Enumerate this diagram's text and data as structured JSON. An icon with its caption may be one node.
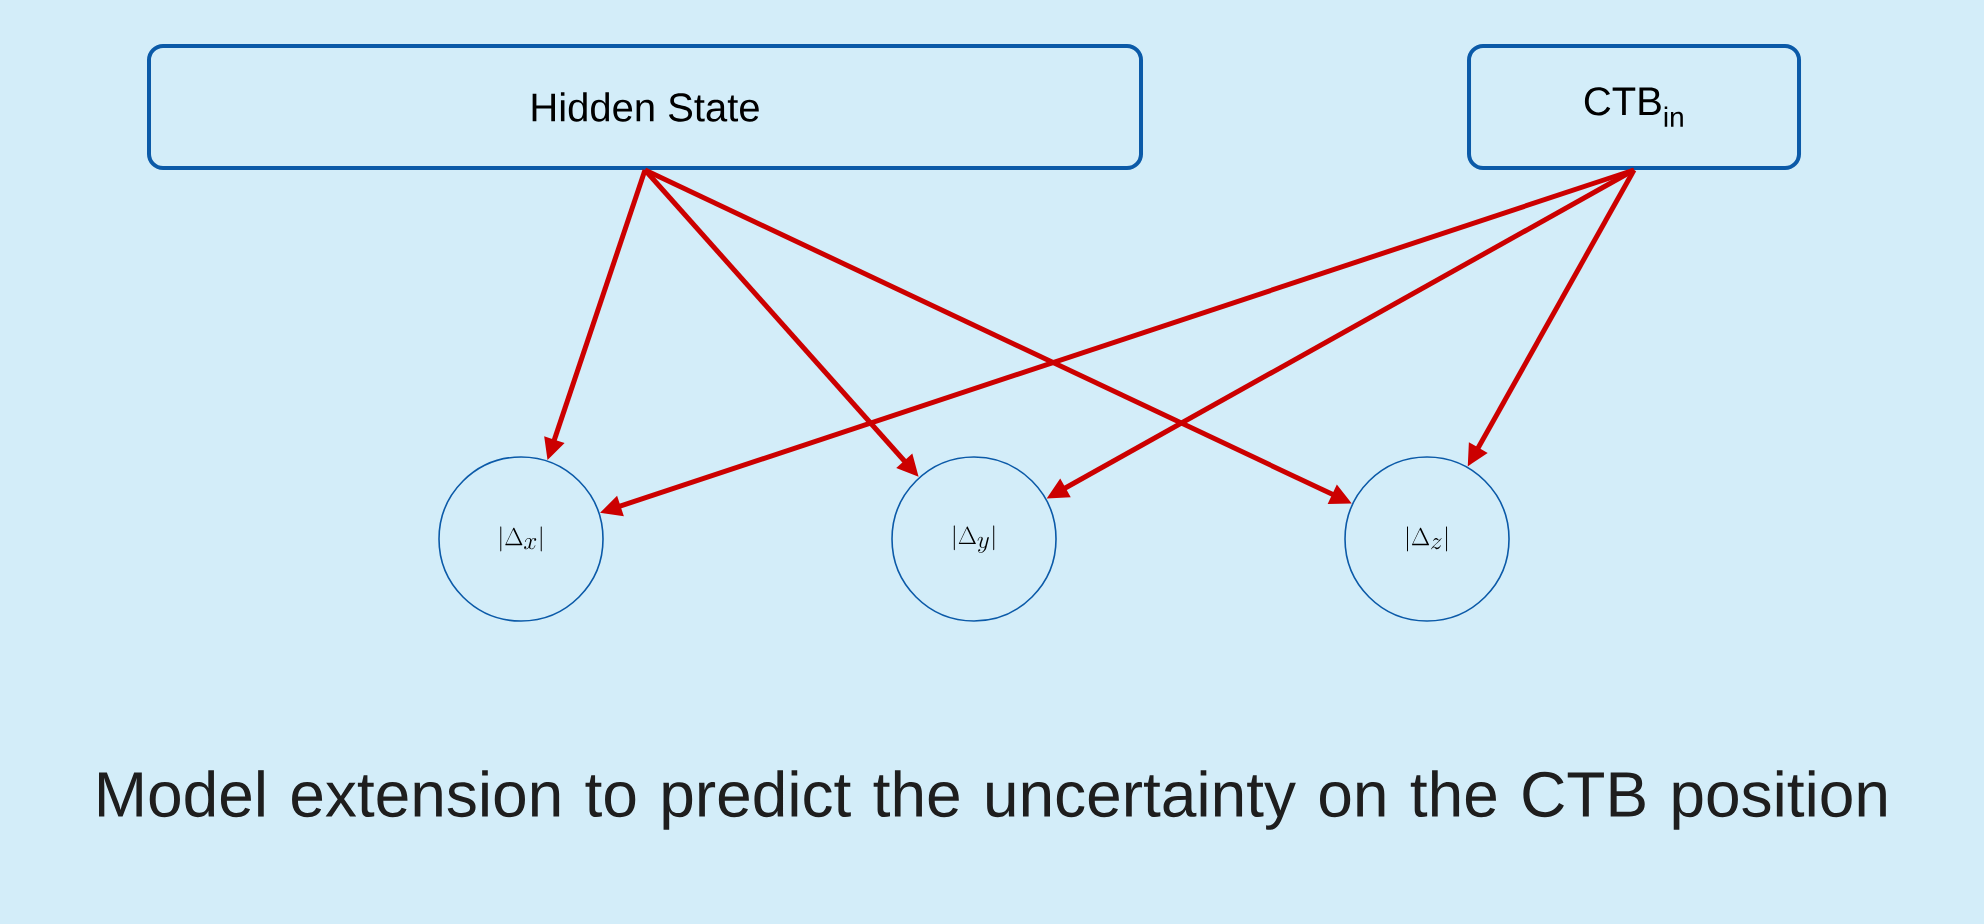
{
  "diagram": {
    "caption": "Model extension to predict the uncertainty on the CTB position",
    "nodes": [
      {
        "text": [
          "Hidden State"
        ]
      },
      {
        "text": [
          "CTB$_{in}$"
        ]
      },
      {
        "text": [
          "|\\Delta_x|"
        ]
      },
      {
        "text": [
          "|\\Delta_y|"
        ]
      },
      {
        "text": [
          "|\\Delta_z|"
        ]
      }
    ],
    "edges": [
      {
        "from": 0,
        "to": 2,
        "arrow": "to"
      },
      {
        "from": 0,
        "to": 3,
        "arrow": "to"
      },
      {
        "from": 0,
        "to": 4,
        "arrow": "to"
      },
      {
        "from": 1,
        "to": 2,
        "arrow": "to"
      },
      {
        "from": 1,
        "to": 3,
        "arrow": "to"
      },
      {
        "from": 1,
        "to": 4,
        "arrow": "to"
      }
    ]
  }
}
